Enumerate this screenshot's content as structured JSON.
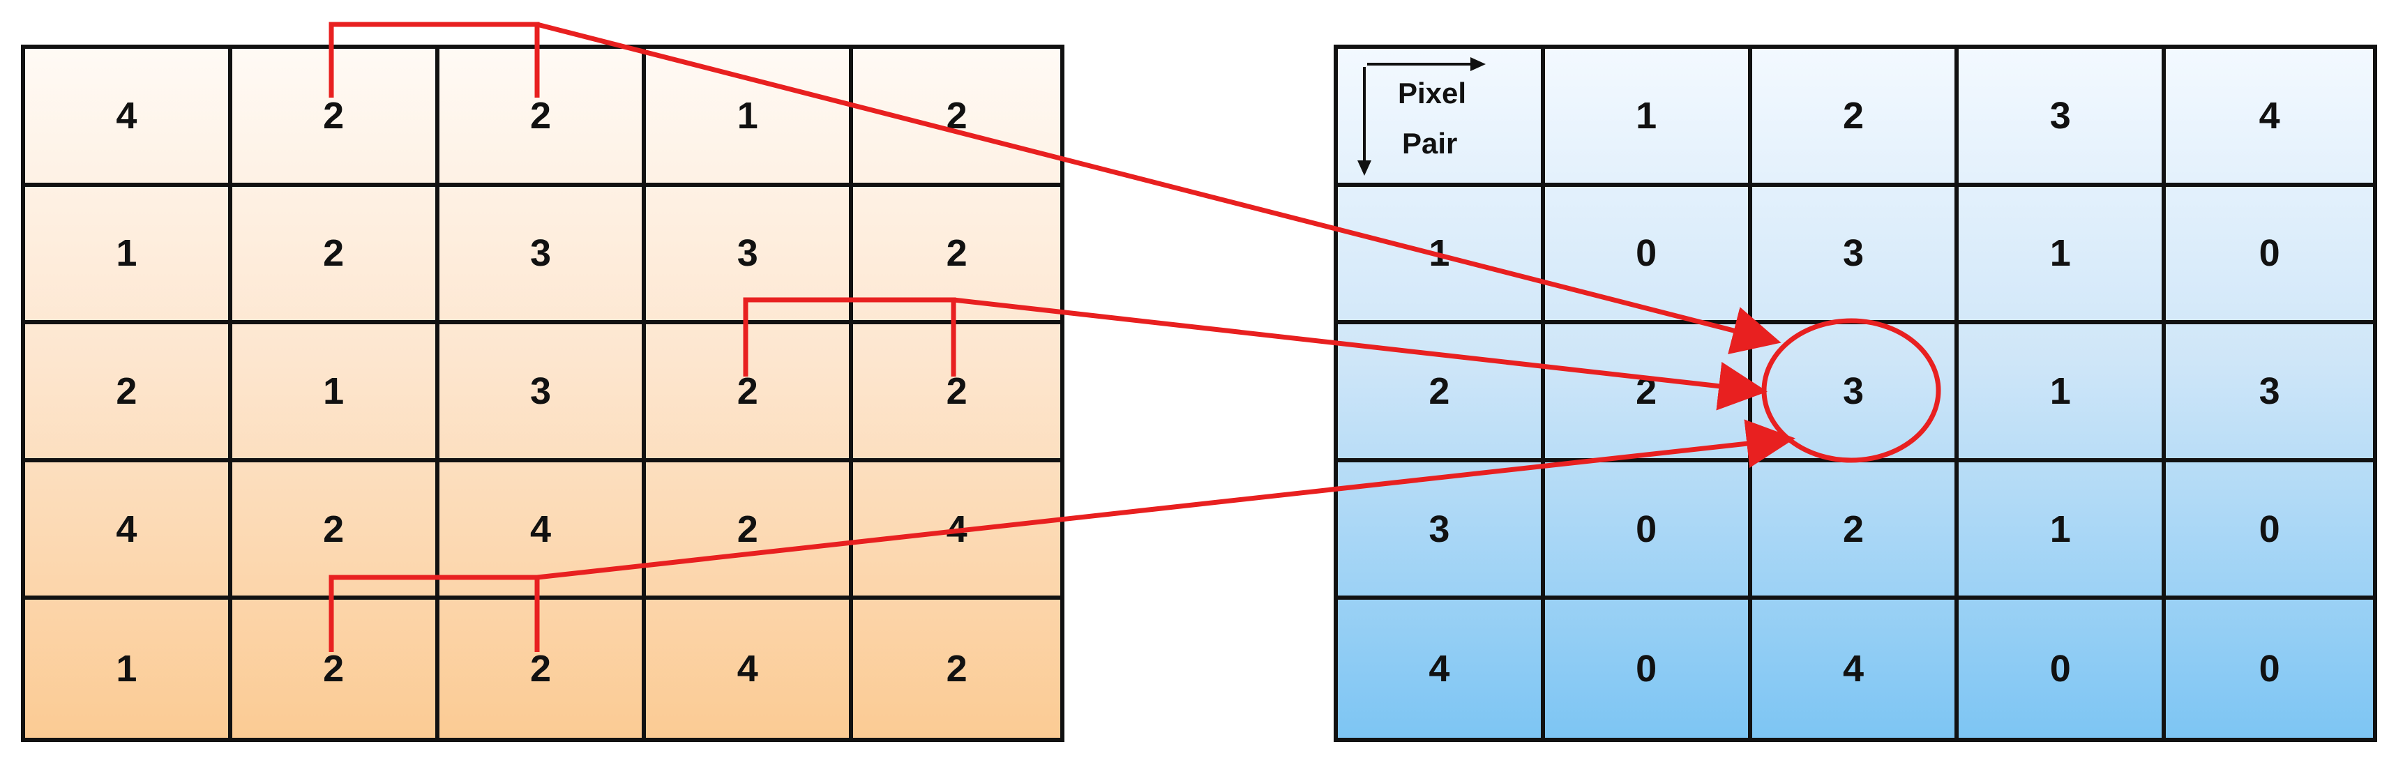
{
  "image_matrix": {
    "rows": [
      [
        "4",
        "2",
        "2",
        "1",
        "2"
      ],
      [
        "1",
        "2",
        "3",
        "3",
        "2"
      ],
      [
        "2",
        "1",
        "3",
        "2",
        "2"
      ],
      [
        "4",
        "2",
        "4",
        "2",
        "4"
      ],
      [
        "1",
        "2",
        "2",
        "4",
        "2"
      ]
    ]
  },
  "glcm_matrix": {
    "corner": {
      "pixel_label": "Pixel",
      "pair_label": "Pair"
    },
    "column_headers": [
      "1",
      "2",
      "3",
      "4"
    ],
    "rows": [
      {
        "header": "1",
        "values": [
          "0",
          "3",
          "1",
          "0"
        ]
      },
      {
        "header": "2",
        "values": [
          "2",
          "3",
          "1",
          "3"
        ]
      },
      {
        "header": "3",
        "values": [
          "0",
          "2",
          "1",
          "0"
        ]
      },
      {
        "header": "4",
        "values": [
          "0",
          "4",
          "0",
          "0"
        ]
      }
    ]
  },
  "colors": {
    "arrow": "#e82020",
    "grid_line": "#111111",
    "left_gradient_top": "#fffaf5",
    "left_gradient_bottom": "#fbcb94",
    "right_gradient_top": "#f3f9ff",
    "right_gradient_bottom": "#7dc5f3"
  }
}
